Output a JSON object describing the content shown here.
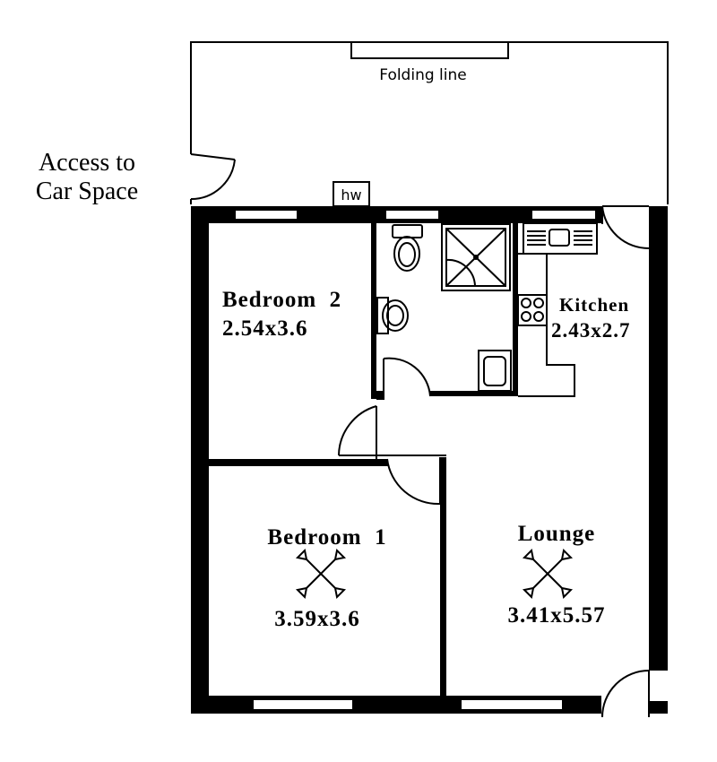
{
  "labels": {
    "folding_line": "Folding line",
    "access_line1": "Access to",
    "access_line2": "Car Space",
    "hot_water": "hw"
  },
  "rooms": {
    "bedroom2": {
      "name": "Bedroom  2",
      "size": "2.54x3.6"
    },
    "kitchen": {
      "name": "Kitchen",
      "size": "2.43x2.7"
    },
    "bedroom1": {
      "name": "Bedroom  1",
      "size": "3.59x3.6"
    },
    "lounge": {
      "name": "Lounge",
      "size": "3.41x5.57"
    }
  }
}
